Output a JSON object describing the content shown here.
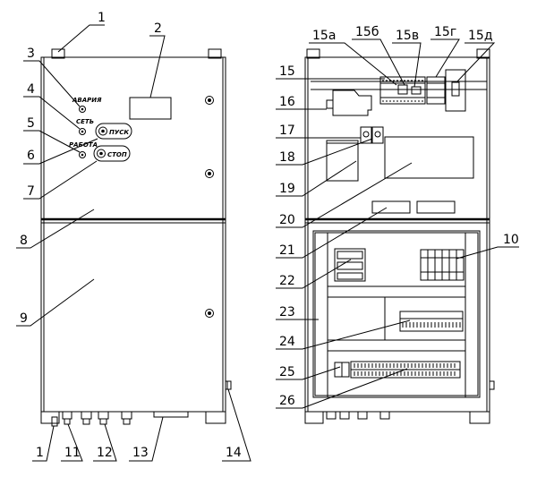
{
  "callouts": {
    "c1_top": "1",
    "c2": "2",
    "c3": "3",
    "c4": "4",
    "c5": "5",
    "c6": "6",
    "c7": "7",
    "c8": "8",
    "c9": "9",
    "c1_bottom": "1",
    "c11": "11",
    "c12": "12",
    "c13": "13",
    "c14": "14",
    "c15a": "15a",
    "c15b": "15б",
    "c15v": "15в",
    "c15g": "15г",
    "c15d": "15д",
    "c15": "15",
    "c16": "16",
    "c17": "17",
    "c18": "18",
    "c19": "19",
    "c20": "20",
    "c21": "21",
    "c10": "10",
    "c22": "22",
    "c23": "23",
    "c24": "24",
    "c25": "25",
    "c26": "26"
  },
  "lamps": {
    "alarm": "АВАРИЯ",
    "network": "СЕТЬ",
    "work": "РАБОТА"
  },
  "buttons": {
    "start": "ПУСК",
    "stop": "СТОП"
  }
}
